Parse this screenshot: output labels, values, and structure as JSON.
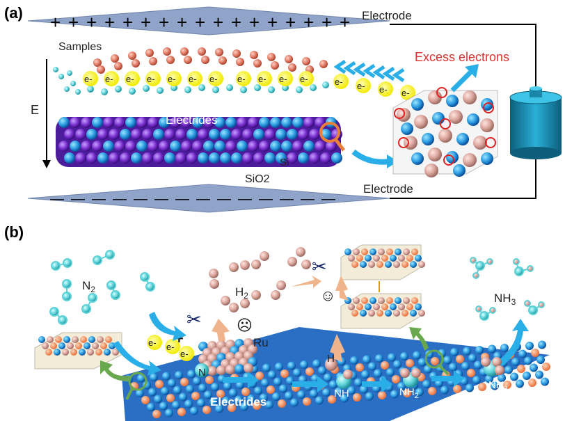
{
  "panel_a": {
    "label": "(a)",
    "electrode_top": "Electrode",
    "electrode_bottom": "Electrode",
    "samples": "Samples",
    "field": "E",
    "electrides": "Electrides",
    "si": "Si",
    "sio2": "SiO2",
    "excess_electrons": "Excess electrons",
    "electron": "e-",
    "plus_sign": "+",
    "minus_sign": "—"
  },
  "panel_b": {
    "label": "(b)",
    "n2": "N",
    "n2_sub": "2",
    "h2": "H",
    "h2_sub": "2",
    "nh3": "NH",
    "nh3_sub": "3",
    "ru": "Ru",
    "electrides": "Electrides",
    "n_star": "N",
    "h_star": "H",
    "nh": "NH",
    "nh2": "NH",
    "nh2_sub": "2",
    "nh3_surface": "NH",
    "nh3_surface_sub": "3",
    "electron": "e-",
    "plus_sign": "+",
    "sad_face": "☹",
    "happy_face": "☺",
    "scissors": "✂"
  },
  "colors": {
    "electrode": "#8fa4c8",
    "electron": "#f5f02a",
    "arrow": "#29aee8",
    "red_text": "#d9322c",
    "battery": "#1a86a8",
    "slab_purple": "#7a2fcf",
    "slab_blue": "#2aa0e6",
    "orange_arrow": "#f0b48c",
    "green_arrow": "#6aa84f"
  }
}
